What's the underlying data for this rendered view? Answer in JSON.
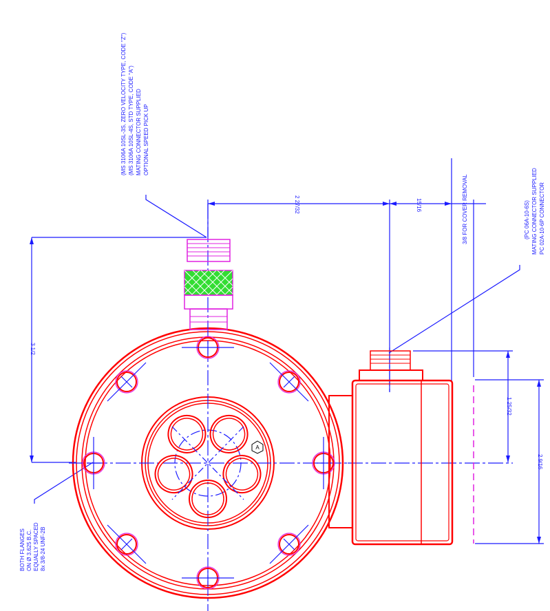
{
  "notes": {
    "speed_pickup": [
      "OPTIONAL SPEED PICK UP",
      "MATING CONNECTOR SUPPLIED",
      "(MS 3106A 10SL-4S, STD TYPE, CODE \"A\")",
      "(MS 3106A 10SL-3S, ZERO VELOCITY TYPE, CODE \"Z\")"
    ],
    "connector": [
      "PC 02A-10-6P CONNECTOR",
      "MATING CONNECTOR SUPPLIED",
      "(PC 06A-10-6S)"
    ],
    "cover_removal": "3/8 FOR COVER REMOVAL",
    "bolt_pattern": [
      "8x 3/8-24 UNF-2B",
      "EQUALLY SPACED",
      "ON Ø 3.625 B.C.",
      "BOTH FLANGES"
    ]
  },
  "dimensions": {
    "width_top": "2 27/32",
    "width_top_small": "15/16",
    "height_left": "3 1/2",
    "height_right_inner": "1 25/32",
    "height_right_outer": "2 9/16"
  },
  "marker": "A"
}
